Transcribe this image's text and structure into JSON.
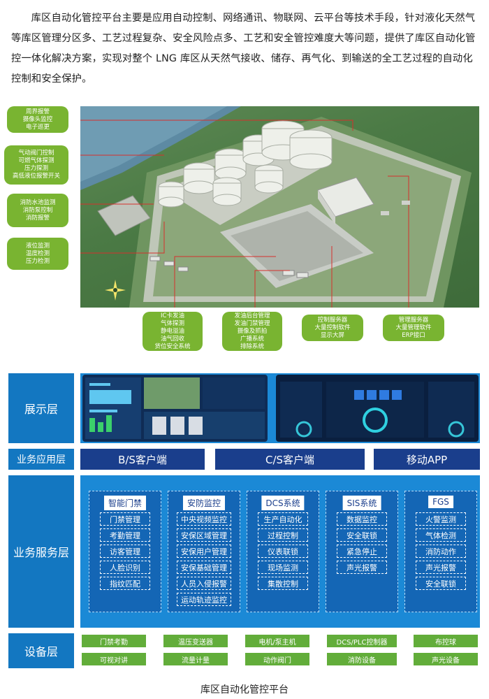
{
  "intro_text": "库区自动化管控平台主要是应用自动控制、网络通讯、物联网、云平台等技术手段，针对液化天然气等库区管理分区多、工艺过程复杂、安全风险点多、工艺和安全管控难度大等问题，提供了库区自动化管控一体化解决方案，实现对整个 LNG 库区从天然气接收、储存、再气化、到输送的全工艺过程的自动化控制和安全保护。",
  "left_callouts": [
    [
      "周界报警",
      "摄像头监控",
      "电子巡更"
    ],
    [
      "气动阀门控制",
      "可燃气体探测",
      "压力探测",
      "高低液位报警开关"
    ],
    [
      "消防水池监测",
      "消防泵控制",
      "消防报警"
    ],
    [
      "液位监测",
      "温度检测",
      "压力检测"
    ]
  ],
  "bottom_callouts": [
    [
      "IC卡发油",
      "气体探测",
      "静电溢油",
      "油气回收",
      "货位安全系统"
    ],
    [
      "发油后台管理",
      "发油门禁管理",
      "摄像及抓拍",
      "广播系统",
      "排除系统"
    ],
    [
      "控制服务器",
      "大量控制软件",
      "显示大屏"
    ],
    [
      "管理服务器",
      "大量管理软件",
      "ERP接口"
    ]
  ],
  "layers": {
    "display": "展示层",
    "app": "业务应用层",
    "service": "业务服务层",
    "device": "设备层"
  },
  "app_buttons": [
    "B/S客户端",
    "C/S客户端",
    "移动APP"
  ],
  "service_groups": [
    {
      "title": "智能门禁",
      "items": [
        "门禁管理",
        "考勤管理",
        "访客管理",
        "人脸识别",
        "指纹匹配"
      ]
    },
    {
      "title": "安防监控",
      "items": [
        "中央视频监控",
        "安保区域管理",
        "安保用户管理",
        "安保基础管理",
        "人员入侵报警",
        "运动轨迹监控"
      ]
    },
    {
      "title": "DCS系统",
      "items": [
        "生产自动化",
        "过程控制",
        "仪表联锁",
        "现场监测",
        "集散控制"
      ]
    },
    {
      "title": "SIS系统",
      "items": [
        "数据监控",
        "安全联锁",
        "紧急停止",
        "声光报警"
      ]
    },
    {
      "title": "FGS",
      "items": [
        "火警监测",
        "气体检测",
        "消防动作",
        "声光报警",
        "安全联锁"
      ]
    }
  ],
  "devices": [
    [
      "门禁考勤",
      "可视对讲"
    ],
    [
      "温压变送器",
      "流量计量"
    ],
    [
      "电机/泵主机",
      "动作阀门"
    ],
    [
      "DCS/PLC控制器",
      "消防设备"
    ],
    [
      "布控球",
      "声光设备"
    ]
  ],
  "caption": "库区自动化管控平台"
}
